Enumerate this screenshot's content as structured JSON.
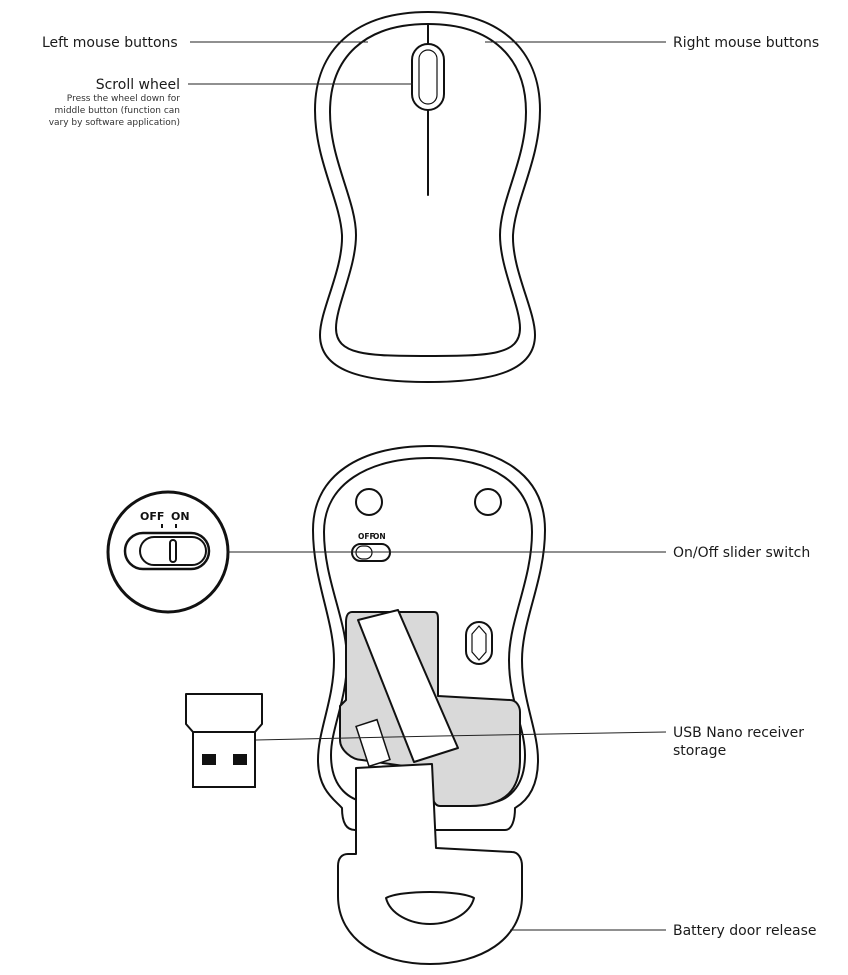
{
  "labels": {
    "left_buttons": "Left mouse buttons",
    "right_buttons": "Right mouse buttons",
    "scroll_wheel": "Scroll wheel",
    "scroll_wheel_note": [
      "Press the wheel down for",
      "middle button (function can",
      "vary by software application)"
    ],
    "slider_switch": "On/Off slider switch",
    "receiver_storage": [
      "USB Nano receiver",
      "storage"
    ],
    "battery_door": "Battery door release"
  },
  "switch": {
    "off": "OFF",
    "on": "ON"
  },
  "colors": {
    "line": "#111111",
    "battery_area": "#d9d9d9",
    "background": "#ffffff"
  }
}
